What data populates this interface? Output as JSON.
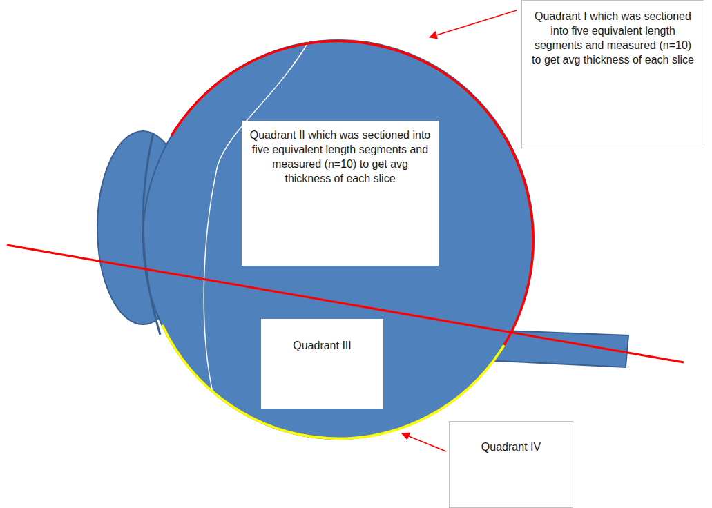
{
  "diagram": {
    "nodes": [
      {
        "text": [
          "Quadrant I which was sectioned into five equivalent length segments and measured (n=10) to get avg thickness of each slice"
        ]
      },
      {
        "text": [
          "Quadrant II which was sectioned into five equivalent length segments and measured (n=10) to get avg thickness of each slice"
        ]
      },
      {
        "text": [
          "Quadrant III"
        ]
      },
      {
        "text": [
          "Quadrant IV"
        ]
      }
    ]
  }
}
